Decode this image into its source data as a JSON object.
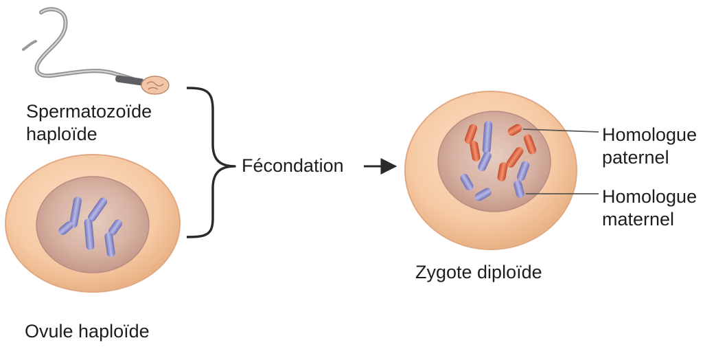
{
  "labels": {
    "sperm": [
      "Spermatozoïde",
      "haploïde"
    ],
    "ovule": "Ovule haploïde",
    "fecondation": "Fécondation",
    "zygote": "Zygote diploïde",
    "paternal": [
      "Homologue",
      "paternel"
    ],
    "maternal": [
      "Homologue",
      "maternel"
    ]
  },
  "colors": {
    "cell_outer": "#f6c9a3",
    "cell_inner": "#e3c0ad",
    "nucleus": "#c9a092",
    "maternal_chromosome": "#8e8fc9",
    "paternal_chromosome": "#e0683f",
    "line": "#2a2a2a",
    "sperm_tail": "#a7a7a7",
    "sperm_head": "#f4c6a8"
  }
}
